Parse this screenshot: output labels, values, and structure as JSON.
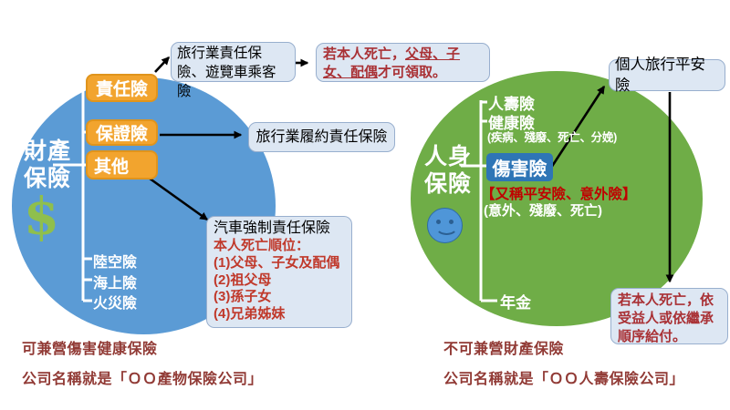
{
  "left": {
    "title": "財產\n保險",
    "dollar_icon": "$",
    "branch_liability": "責任險",
    "branch_guarantee": "保證險",
    "branch_other": "其他",
    "sub_land_air": "陸空險",
    "sub_marine": "海上險",
    "sub_fire": "火災險",
    "note_line1": "可兼營傷害健康保險",
    "note_line2": "公司名稱就是「ＯＯ產物保險公司」"
  },
  "right": {
    "title": "人身\n保險",
    "item_life": "人壽險",
    "item_health": "健康險",
    "health_detail": "(疾病、殘廢、死亡、分娩)",
    "item_injury": "傷害險",
    "injury_alias": "【又稱平安險、意外險】",
    "injury_detail": "(意外、殘廢、死亡)",
    "item_annuity": "年金",
    "note_line1": "不可兼營財產保險",
    "note_line2": "公司名稱就是「ＯＯ人壽保險公司」"
  },
  "callouts": {
    "travel_liability": "旅行業責任保險、遊覽車乘客險",
    "death_claim": {
      "seg1": "若本人死亡，",
      "seg2": "父母、子女、",
      "seg3": "配偶",
      "seg4": "才可領取。"
    },
    "travel_performance": "旅行業履約責任保險",
    "auto": {
      "title": "汽車強制責任保險",
      "subtitle": "本人死亡順位：",
      "item1": "(1)父母、子女及配偶",
      "item2": "(2)祖父母",
      "item3": "(3)孫子女",
      "item4": "(4)兄弟姊妹"
    },
    "personal_travel": "個人旅行平安險",
    "beneficiary": "若本人死亡，依受益人或依繼承順序給付。"
  },
  "colors": {
    "property_circle": "#5b9bd5",
    "personal_circle": "#6fad47",
    "branch_box": "#f2a42e",
    "callout_bg": "#dde7f3",
    "callout_border": "#98afce",
    "injury_box": "#2e75b6",
    "alias_red": "#c00000",
    "note_red": "#913a35",
    "dollar_green": "#8fbf4d"
  }
}
